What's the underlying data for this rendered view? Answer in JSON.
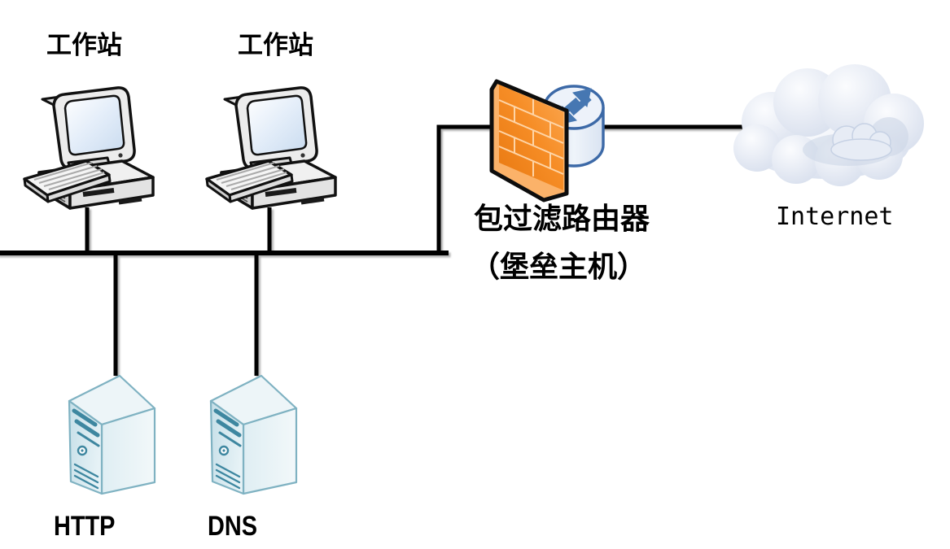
{
  "diagram": {
    "type": "network-topology",
    "nodes": {
      "workstation1": {
        "label": "工作站",
        "icon": "desktop-pc-icon"
      },
      "workstation2": {
        "label": "工作站",
        "icon": "desktop-pc-icon"
      },
      "packet_filter_router": {
        "label_line1": "包过滤路由器",
        "label_line2": "（堡垒主机）",
        "icon": "firewall-router-icon"
      },
      "internet": {
        "label": "Internet",
        "icon": "cloud-icon"
      },
      "http_server": {
        "label": "HTTP",
        "icon": "server-tower-icon"
      },
      "dns_server": {
        "label": "DNS",
        "icon": "server-tower-icon"
      }
    },
    "connections": [
      "workstation1 - lan-bus",
      "workstation2 - lan-bus",
      "http_server - lan-bus",
      "dns_server - lan-bus",
      "lan-bus - packet_filter_router",
      "packet_filter_router - internet"
    ],
    "colors": {
      "line": "#000000",
      "firewall_orange_dark": "#ED7D11",
      "firewall_orange_light": "#FBA14F",
      "firewall_side": "#FBB269",
      "router_blue_outline": "#3C69A7",
      "router_arrow_blue": "#4677B2",
      "router_body_light": "#E9EFF8",
      "cloud_fill": "#D8E0EE",
      "cloud_highlight": "#FBFCFE",
      "server_front": "#CBE2EA",
      "server_side": "#EAF4F7",
      "server_accent": "#3E87A0",
      "server_outline": "#7FB2C2",
      "pc_body_gray": "#E9E9E9",
      "pc_outline": "#111111",
      "screen_blue": "#DCE9F7",
      "background": "#FFFFFF"
    }
  }
}
